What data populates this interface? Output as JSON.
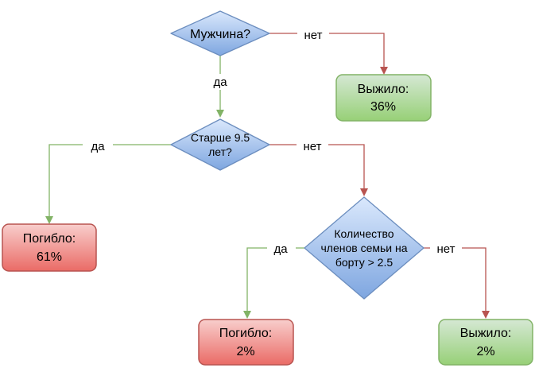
{
  "decisions": {
    "male": "Мужчина?",
    "age_line1": "Старше 9.5",
    "age_line2": "лет?",
    "family_line1": "Количество",
    "family_line2": "членов семьи на",
    "family_line3": "борту > 2.5"
  },
  "outcomes": {
    "survived_36_line1": "Выжило:",
    "survived_36_line2": "36%",
    "died_61_line1": "Погибло:",
    "died_61_line2": "61%",
    "died_2_line1": "Погибло:",
    "died_2_line2": "2%",
    "survived_2_line1": "Выжило:",
    "survived_2_line2": "2%"
  },
  "edges": {
    "male_no": "нет",
    "male_yes": "да",
    "age_yes": "да",
    "age_no": "нет",
    "family_yes": "да",
    "family_no": "нет"
  },
  "colors": {
    "decision_fill_top": "#dae8fc",
    "decision_fill_bottom": "#7ea6e0",
    "decision_stroke": "#6c8ebf",
    "survived_fill_top": "#d5e8d4",
    "survived_fill_bottom": "#97d077",
    "survived_stroke": "#82b366",
    "died_fill_top": "#f8cecc",
    "died_fill_bottom": "#ea6b66",
    "died_stroke": "#b85450",
    "yes_edge": "#82b366",
    "no_edge": "#b85450"
  }
}
